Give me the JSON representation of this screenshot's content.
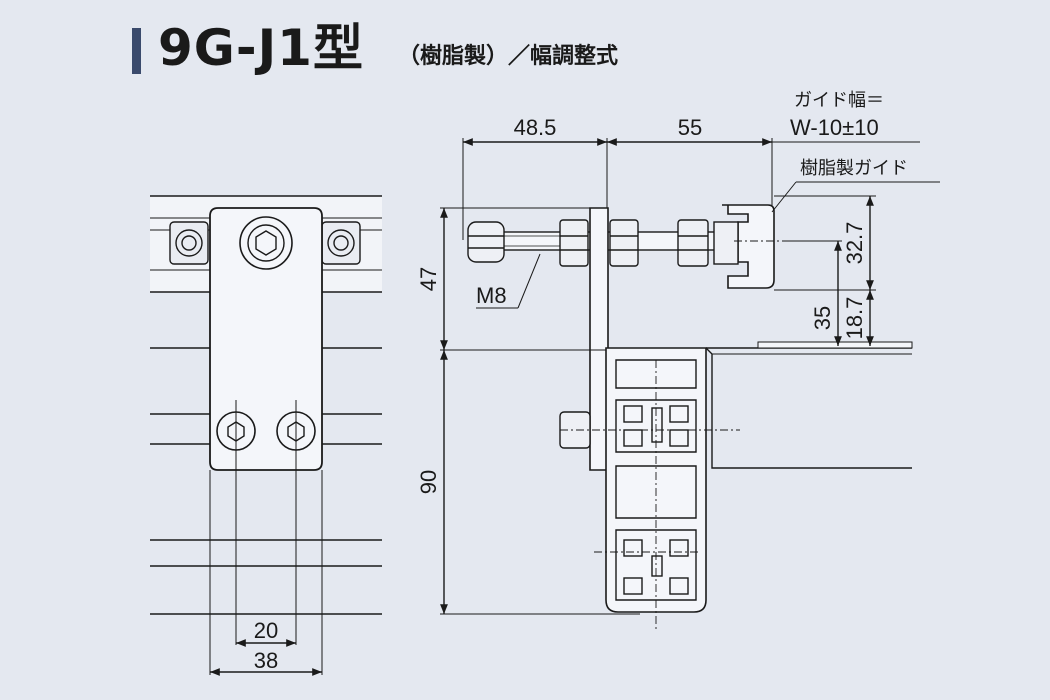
{
  "title": {
    "main": "9G-J1型",
    "sub": "（樹脂製）／幅調整式"
  },
  "front_view": {
    "dim_inner": "20",
    "dim_outer": "38"
  },
  "side_view": {
    "dim_48_5": "48.5",
    "dim_55": "55",
    "guide_width_line1": "ガイド幅＝",
    "guide_width_line2": "W-10±10",
    "resin_guide": "樹脂製ガイド",
    "bolt": "M8",
    "dim_47": "47",
    "dim_90": "90",
    "dim_32_7": "32.7",
    "dim_35": "35",
    "dim_18_7": "18.7"
  }
}
